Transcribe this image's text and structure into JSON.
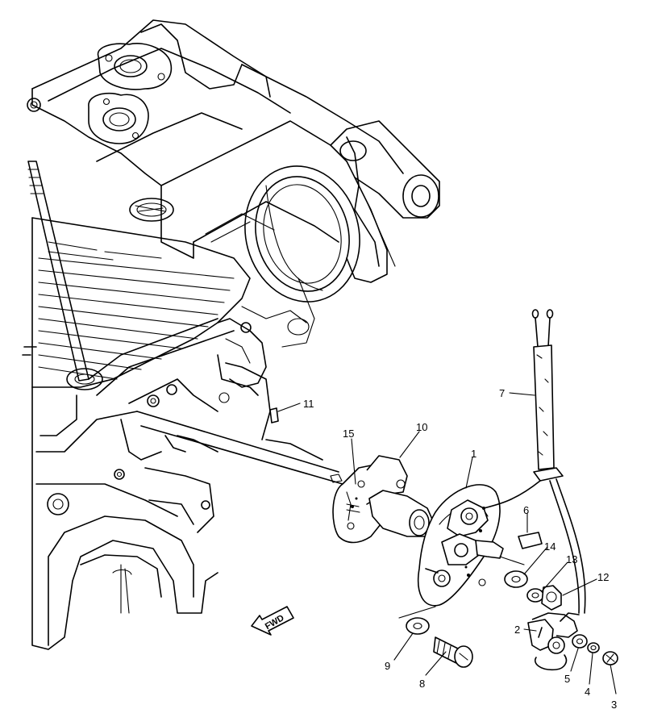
{
  "figure": {
    "direction_label": "FWD",
    "parts": [
      {
        "id": "callout-1",
        "number": "1"
      },
      {
        "id": "callout-2",
        "number": "2"
      },
      {
        "id": "callout-3",
        "number": "3"
      },
      {
        "id": "callout-4",
        "number": "4"
      },
      {
        "id": "callout-5",
        "number": "5"
      },
      {
        "id": "callout-6",
        "number": "6"
      },
      {
        "id": "callout-7",
        "number": "7"
      },
      {
        "id": "callout-8",
        "number": "8"
      },
      {
        "id": "callout-9",
        "number": "9"
      },
      {
        "id": "callout-10",
        "number": "10"
      },
      {
        "id": "callout-11",
        "number": "11"
      },
      {
        "id": "callout-12",
        "number": "12"
      },
      {
        "id": "callout-13",
        "number": "13"
      },
      {
        "id": "callout-14",
        "number": "14"
      },
      {
        "id": "callout-15",
        "number": "15"
      }
    ]
  }
}
